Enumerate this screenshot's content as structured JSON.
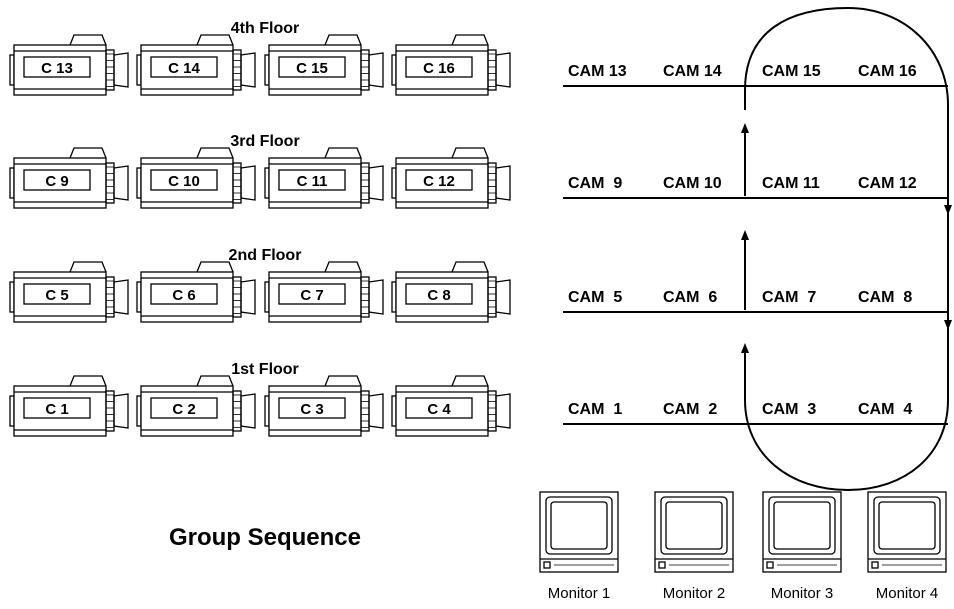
{
  "floors": [
    {
      "label": "4th Floor",
      "cameras": [
        "C 13",
        "C 14",
        "C 15",
        "C 16"
      ]
    },
    {
      "label": "3rd Floor",
      "cameras": [
        "C 9",
        "C 10",
        "C 11",
        "C 12"
      ]
    },
    {
      "label": "2nd Floor",
      "cameras": [
        "C 5",
        "C 6",
        "C 7",
        "C 8"
      ]
    },
    {
      "label": "1st Floor",
      "cameras": [
        "C 1",
        "C 2",
        "C 3",
        "C 4"
      ]
    }
  ],
  "cam_rows": [
    [
      "CAM 13",
      "CAM 14",
      "CAM 15",
      "CAM 16"
    ],
    [
      "CAM  9",
      "CAM 10",
      "CAM 11",
      "CAM 12"
    ],
    [
      "CAM  5",
      "CAM  6",
      "CAM  7",
      "CAM  8"
    ],
    [
      "CAM  1",
      "CAM  2",
      "CAM  3",
      "CAM  4"
    ]
  ],
  "title": "Group Sequence",
  "monitors": [
    "Monitor 1",
    "Monitor 2",
    "Monitor 3",
    "Monitor 4"
  ]
}
